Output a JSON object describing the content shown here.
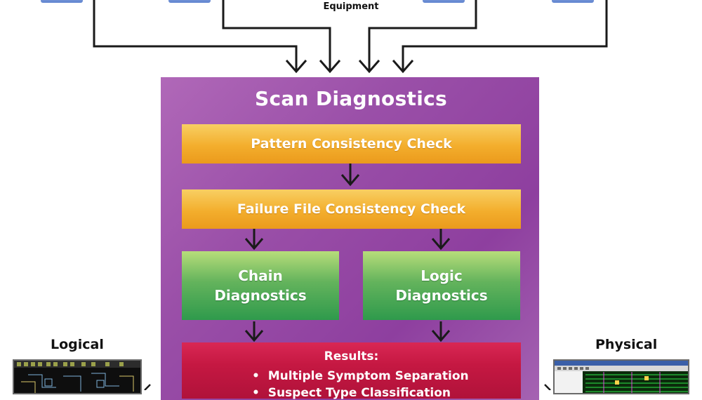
{
  "top_label": "Equipment",
  "main": {
    "title": "Scan Diagnostics",
    "pattern_check": "Pattern Consistency Check",
    "failure_check": "Failure File Consistency Check",
    "chain": [
      "Chain",
      "Diagnostics"
    ],
    "logic": [
      "Logic",
      "Diagnostics"
    ],
    "results_title": "Results:",
    "results_items": [
      "Multiple Symptom Separation",
      "Suspect Type Classification"
    ]
  },
  "side": {
    "left_label": "Logical",
    "right_label": "Physical"
  },
  "colors": {
    "panel": "#9a4fa8",
    "orange": "#f3ae2d",
    "green": "#3c9f4e",
    "red": "#c51842"
  }
}
